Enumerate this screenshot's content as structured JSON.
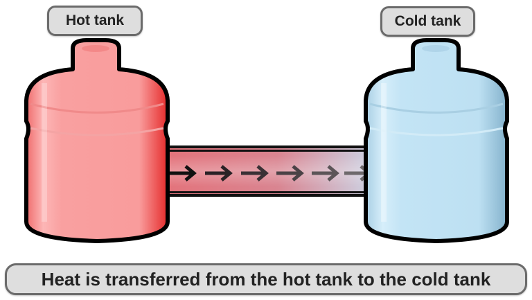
{
  "labels": {
    "hot_tank": "Hot tank",
    "cold_tank": "Cold tank"
  },
  "caption": "Heat is transferred from the hot tank to the cold tank",
  "diagram": {
    "nodes": [
      {
        "id": "hot-tank",
        "label": "Hot tank",
        "color": "#f79a9a"
      },
      {
        "id": "cold-tank",
        "label": "Cold tank",
        "color": "#bfe1f3"
      }
    ],
    "edges": [
      {
        "from": "hot-tank",
        "to": "cold-tank",
        "type": "pipe",
        "arrows": 6,
        "meaning": "heat flow"
      }
    ]
  },
  "colors": {
    "hot_fill": "#f79a9a",
    "hot_edge": "#e83a3a",
    "cold_fill": "#bfe1f3",
    "cold_edge": "#7fb3cf",
    "label_bg": "#dedede",
    "label_border": "#6b6b6b"
  }
}
